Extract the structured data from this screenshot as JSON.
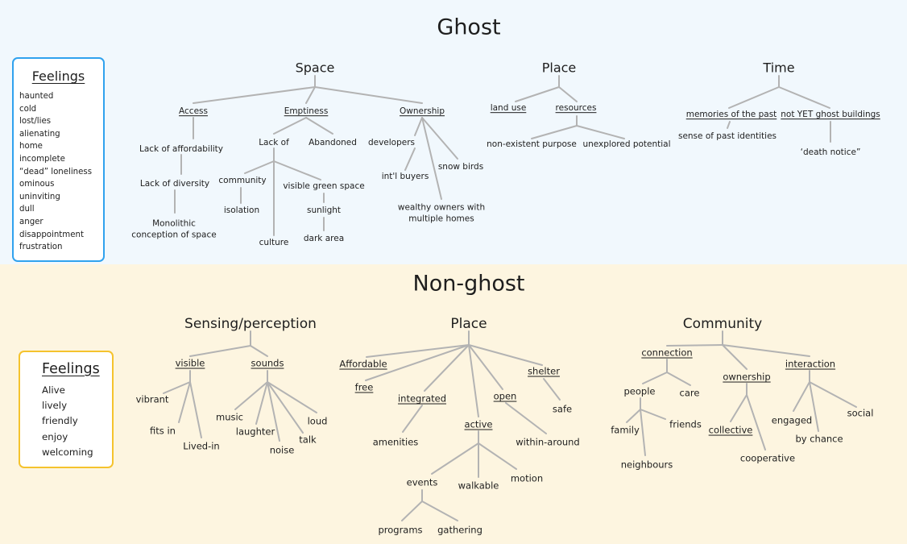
{
  "ghost": {
    "title": "Ghost",
    "feelings": {
      "title": "Feelings",
      "items": [
        "haunted",
        "cold",
        "lost/lies",
        "alienating",
        "home",
        "incomplete",
        "“dead” loneliness",
        "ominous",
        "uninviting",
        "dull",
        "anger",
        "disappointment",
        "frustration"
      ]
    },
    "space": {
      "label": "Space",
      "access": {
        "label": "Access",
        "n1": "Lack of affordability",
        "n2": "Lack of diversity",
        "n3": "Monolithic conception of space"
      },
      "emptiness": {
        "label": "Emptiness",
        "lack_of": "Lack of",
        "abandoned": "Abandoned",
        "community": "community",
        "isolation": "isolation",
        "culture": "culture",
        "visible_green": "visible green space",
        "sunlight": "sunlight",
        "dark_area": "dark area"
      },
      "ownership": {
        "label": "Ownership",
        "developers": "developers",
        "intl_buyers": "int'l buyers",
        "snow_birds": "snow birds",
        "wealthy": "wealthy owners with multiple homes"
      }
    },
    "place": {
      "label": "Place",
      "land_use": "land use",
      "resources": "resources",
      "non_existent": "non-existent purpose",
      "unexplored": "unexplored potential"
    },
    "time": {
      "label": "Time",
      "memories": "memories of the past",
      "sense_past": "sense of past identities",
      "not_yet": "not YET ghost buildings",
      "death_notice": "‘death notice”"
    }
  },
  "nonghost": {
    "title": "Non-ghost",
    "feelings": {
      "title": "Feelings",
      "items": [
        "Alive",
        "lively",
        "friendly",
        "enjoy",
        "welcoming"
      ]
    },
    "sensing": {
      "label": "Sensing/perception",
      "visible": "visible",
      "vibrant": "vibrant",
      "fits_in": "fits in",
      "lived_in": "Lived-in",
      "sounds": "sounds",
      "music": "music",
      "laughter": "laughter",
      "noise": "noise",
      "talk": "talk",
      "loud": "loud"
    },
    "place": {
      "label": "Place",
      "affordable": "Affordable",
      "free": "free",
      "integrated": "integrated",
      "amenities": "amenities",
      "active": "active",
      "events": "events",
      "programs": "programs",
      "gathering": "gathering",
      "walkable": "walkable",
      "motion": "motion",
      "open": "open",
      "within_around": "within-around",
      "shelter": "shelter",
      "safe": "safe"
    },
    "community": {
      "label": "Community",
      "connection": "connection",
      "people": "people",
      "care": "care",
      "family": "family",
      "friends": "friends",
      "neighbours": "neighbours",
      "ownership": "ownership",
      "collective": "collective",
      "cooperative": "cooperative",
      "interaction": "interaction",
      "engaged": "engaged",
      "by_chance": "by chance",
      "social": "social"
    }
  }
}
